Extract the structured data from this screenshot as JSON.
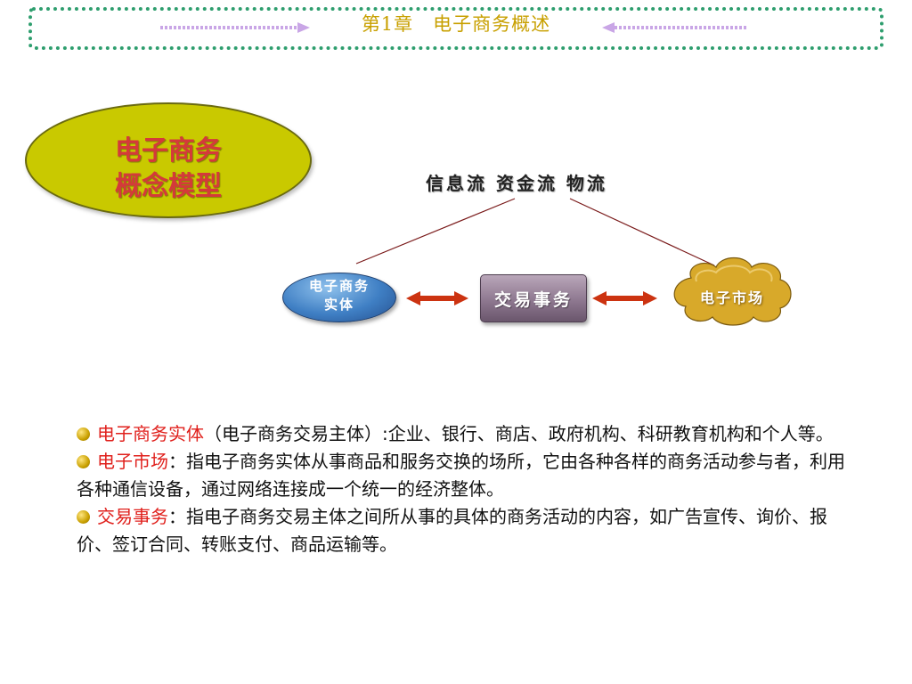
{
  "header": {
    "title": "第1章　电子商务概述"
  },
  "model": {
    "title_line1": "电子商务",
    "title_line2": "概念模型",
    "flows": "信息流 资金流 物流",
    "entity_line1": "电子商务",
    "entity_line2": "实体",
    "transaction": "交易事务",
    "market": "电子市场"
  },
  "definitions": [
    {
      "term": "电子商务实体",
      "text": "（电子商务交易主体）:企业、银行、商店、政府机构、科研教育机构和个人等。"
    },
    {
      "term": "电子市场",
      "text": "：指电子商务实体从事商品和服务交换的场所，它由各种各样的商务活动参与者，利用各种通信设备，通过网络连接成一个统一的经济整体。"
    },
    {
      "term": "交易事务",
      "text": "：指电子商务交易主体之间所从事的具体的商务活动的内容，如广告宣传、询价、报价、签订合同、转账支付、商品运输等。"
    }
  ],
  "colors": {
    "header_border": "#2e9e6e",
    "header_title": "#c8a000",
    "ellipse_fill": "#c9c900",
    "term_red": "#e0201c",
    "arrow": "#cc3311"
  }
}
